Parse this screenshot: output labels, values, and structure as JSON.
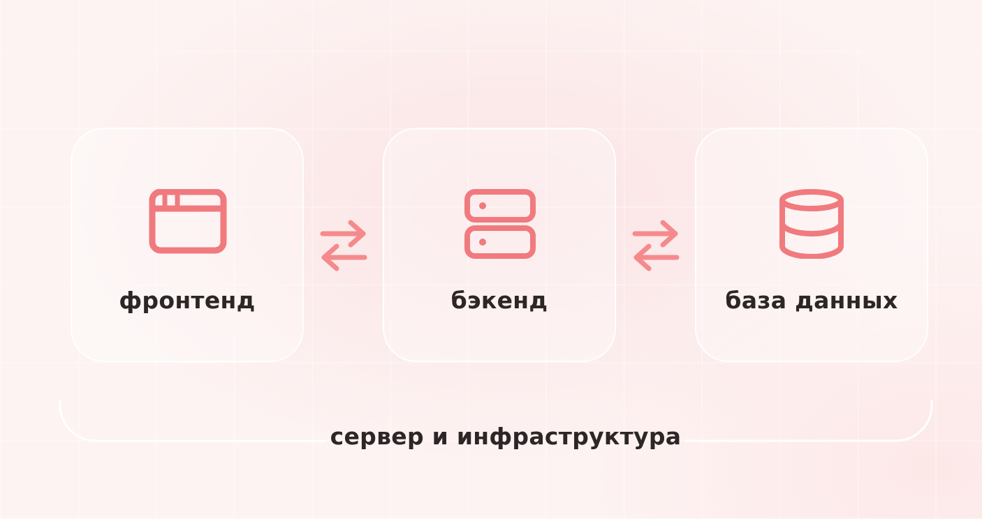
{
  "colors": {
    "accent": "#f07a7e",
    "text": "#2d2626",
    "frame": "#ffffff"
  },
  "nodes": [
    {
      "label": "фронтенд",
      "icon": "browser-window-icon"
    },
    {
      "label": "бэкенд",
      "icon": "server-icon"
    },
    {
      "label": "база данных",
      "icon": "database-icon"
    }
  ],
  "connectors": [
    {
      "icon": "bidirectional-arrows-icon"
    },
    {
      "icon": "bidirectional-arrows-icon"
    }
  ],
  "container": {
    "label": "сервер и инфраструктура"
  }
}
